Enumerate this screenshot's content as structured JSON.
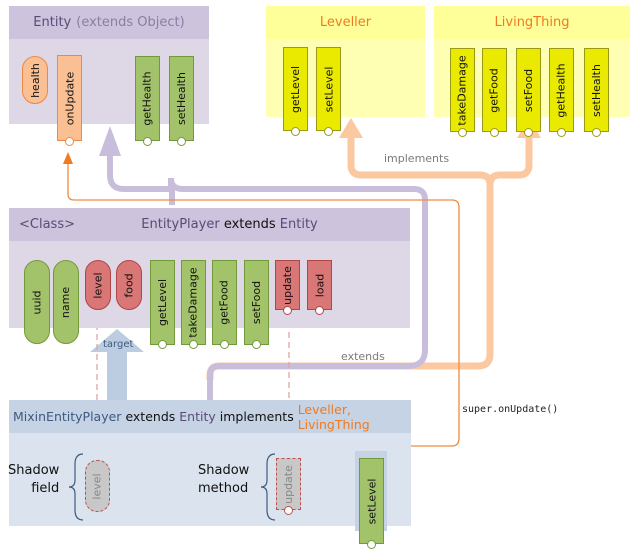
{
  "colors": {
    "entity_header": "#cdc3dc",
    "entity_body": "#ddd7e6",
    "interface_header": "#ffff99",
    "interface_body": "#ffffb3",
    "mixin_header": "#c5d3e4",
    "mixin_body": "#dbe3ee",
    "field_orange": "#fbbf94",
    "method_orange": "#fbbf94",
    "green": "#a3c36b",
    "yellow": "#eaea00",
    "red": "#d97676",
    "shadow_gray": "#c8c8c8",
    "implements_arrow": "#fbc8a0",
    "extends_arrow": "#c8bedc",
    "target_arrow": "#bccde2",
    "super_call_line": "#f08a3c"
  },
  "entity": {
    "title_name": "Entity",
    "title_suffix": "(extends Object)",
    "members": [
      {
        "label": "health",
        "kind": "field",
        "color": "orange"
      },
      {
        "label": "onUpdate",
        "kind": "method",
        "color": "orange"
      },
      {
        "label": "getHealth",
        "kind": "method",
        "color": "green"
      },
      {
        "label": "setHealth",
        "kind": "method",
        "color": "green"
      }
    ]
  },
  "leveller": {
    "title": "Leveller",
    "members": [
      {
        "label": "getLevel",
        "kind": "method"
      },
      {
        "label": "setLevel",
        "kind": "method"
      }
    ]
  },
  "livingthing": {
    "title": "LivingThing",
    "members": [
      {
        "label": "takeDamage",
        "kind": "method"
      },
      {
        "label": "getFood",
        "kind": "method"
      },
      {
        "label": "setFood",
        "kind": "method"
      },
      {
        "label": "getHealth",
        "kind": "method"
      },
      {
        "label": "setHealth",
        "kind": "method"
      }
    ]
  },
  "entityplayer": {
    "stereotype": "<Class>",
    "title_name": "EntityPlayer",
    "title_keyword": "extends",
    "title_parent": "Entity",
    "members": [
      {
        "label": "uuid",
        "kind": "field",
        "color": "green"
      },
      {
        "label": "name",
        "kind": "field",
        "color": "green"
      },
      {
        "label": "level",
        "kind": "field",
        "color": "red"
      },
      {
        "label": "food",
        "kind": "field",
        "color": "red"
      },
      {
        "label": "getLevel",
        "kind": "method",
        "color": "green"
      },
      {
        "label": "takeDamage",
        "kind": "method",
        "color": "green"
      },
      {
        "label": "getFood",
        "kind": "method",
        "color": "green"
      },
      {
        "label": "setFood",
        "kind": "method",
        "color": "green"
      },
      {
        "label": "update",
        "kind": "method",
        "color": "red"
      },
      {
        "label": "load",
        "kind": "method",
        "color": "red"
      }
    ]
  },
  "mixin": {
    "title_name": "MixinEntityPlayer",
    "title_kw1": "extends",
    "title_parent": "Entity",
    "title_kw2": "implements",
    "title_interfaces": "Leveller, LivingThing",
    "shadow_field_label_1": "Shadow",
    "shadow_field_label_2": "field",
    "shadow_method_label_1": "Shadow",
    "shadow_method_label_2": "method",
    "shadow_field": "level",
    "shadow_method": "update",
    "added_method": "setLevel"
  },
  "arrows": {
    "implements_label": "implements",
    "extends_label": "extends",
    "target_label": "target",
    "super_call_label": "super.onUpdate()"
  }
}
